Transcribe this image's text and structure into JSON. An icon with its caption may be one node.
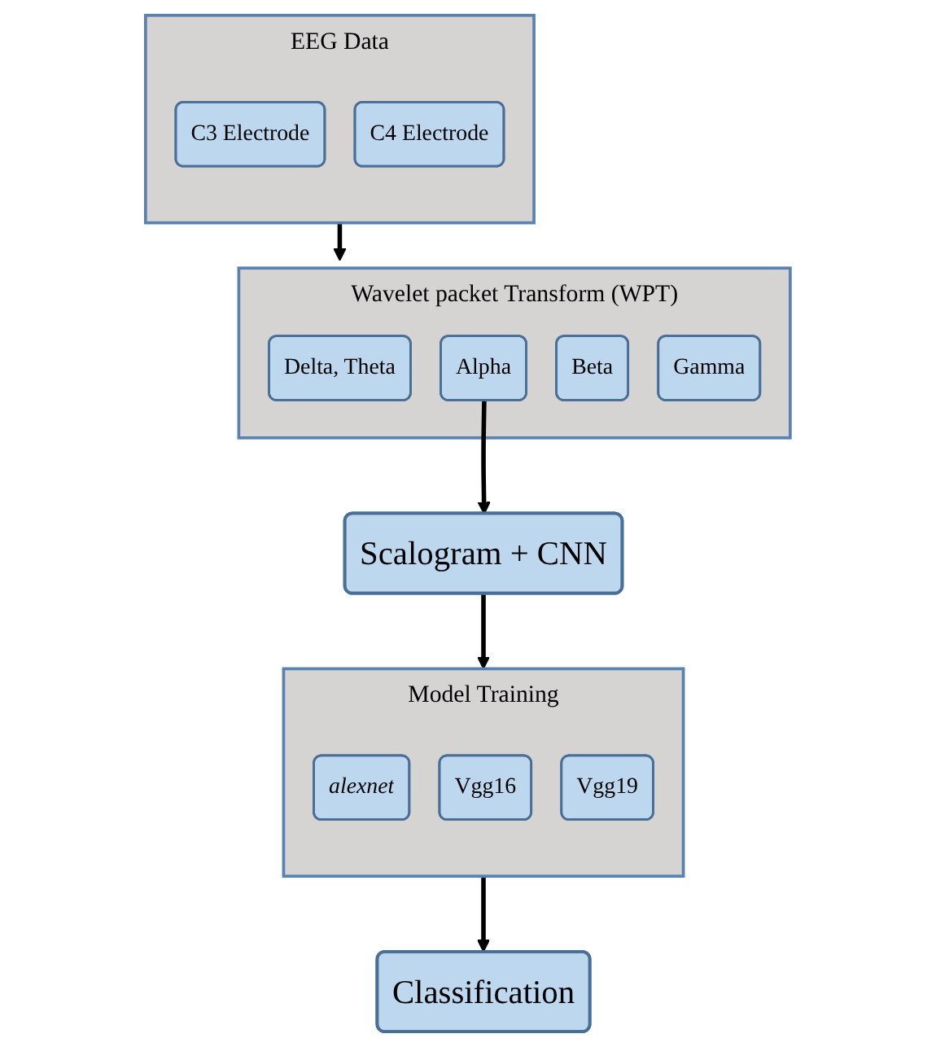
{
  "diagram": {
    "nodes": [
      {
        "text": [
          "EEG Data"
        ]
      },
      {
        "text": [
          "C3 Electrode"
        ],
        "in": 0
      },
      {
        "text": [
          "C4 Electrode"
        ],
        "in": 0
      },
      {
        "text": [
          "Wavelet packet Transform (WPT)"
        ]
      },
      {
        "text": [
          "Delta, Theta"
        ],
        "in": 3
      },
      {
        "text": [
          "Alpha"
        ],
        "in": 3
      },
      {
        "text": [
          "Beta"
        ],
        "in": 3
      },
      {
        "text": [
          "Gamma"
        ],
        "in": 3
      },
      {
        "text": [
          "Scalogram + CNN"
        ]
      },
      {
        "text": [
          "Model Training"
        ]
      },
      {
        "text": [
          "alexnet"
        ],
        "in": 9
      },
      {
        "text": [
          "Vgg16"
        ],
        "in": 9
      },
      {
        "text": [
          "Vgg19"
        ],
        "in": 9
      },
      {
        "text": [
          "Classification"
        ]
      }
    ],
    "edges": [
      {
        "from": 0,
        "to": 3,
        "arrow": "to"
      },
      {
        "from": 5,
        "to": 8,
        "arrow": "to"
      },
      {
        "from": 8,
        "to": 9,
        "arrow": "to"
      },
      {
        "from": 9,
        "to": 13,
        "arrow": "to"
      }
    ]
  }
}
